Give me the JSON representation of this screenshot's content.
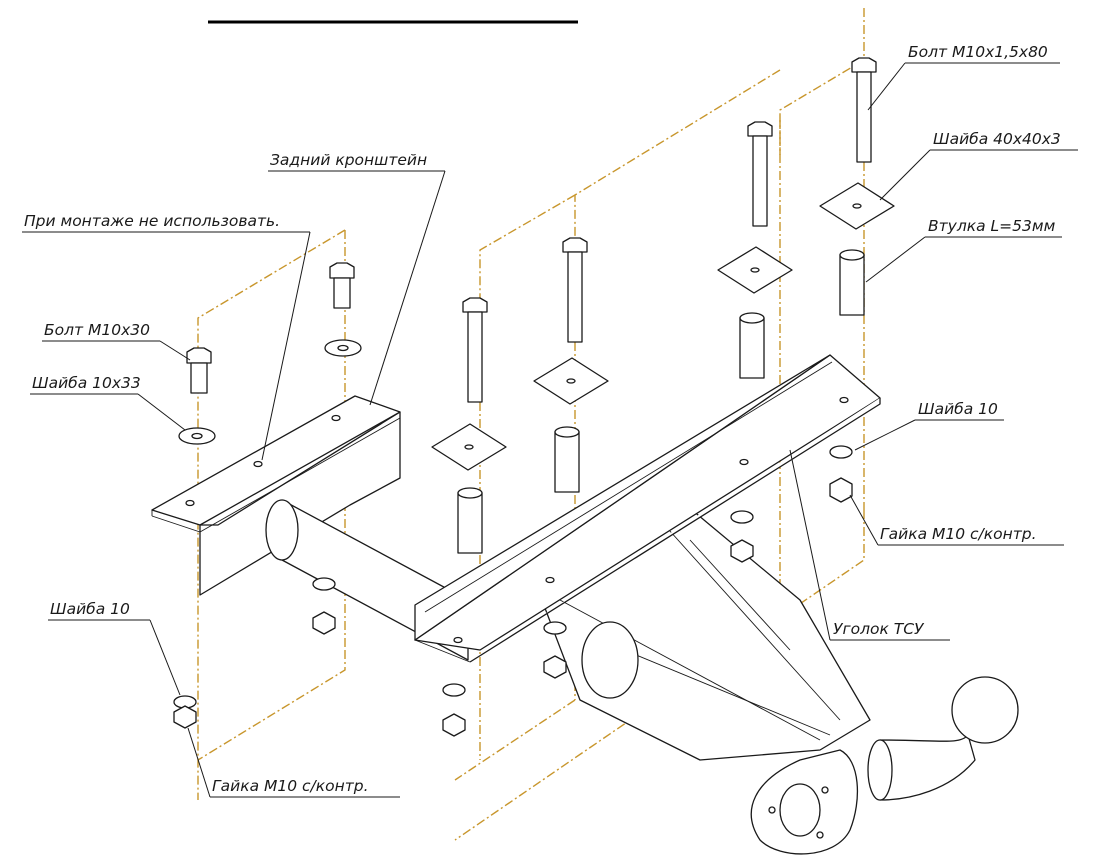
{
  "labels": {
    "bolt_long": "Болт М10х1,5х80",
    "washer_square": "Шайба 40х40х3",
    "bushing": "Втулка L=53мм",
    "rear_bracket": "Задний кронштейн",
    "do_not_use": "При монтаже не использовать.",
    "bolt_short": "Болт М10х30",
    "washer_10x33": "Шайба 10х33",
    "washer_10_right": "Шайба 10",
    "nut_right": "Гайка М10 с/контр.",
    "angle_tsu": "Уголок ТСУ",
    "washer_10_left": "Шайба 10",
    "nut_left": "Гайка М10 с/контр."
  },
  "colors": {
    "line": "#1a1a1a",
    "axis_line": "#c8962c",
    "background": "#ffffff"
  }
}
